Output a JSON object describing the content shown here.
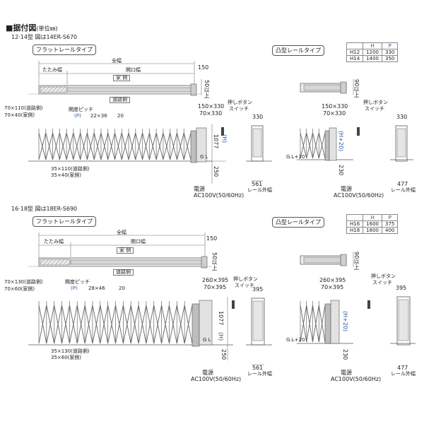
{
  "header": {
    "title": "■据付図",
    "unit": "(単位㎜)"
  },
  "sections": [
    {
      "subtitle": "12·14型 図は14ER-S670",
      "flat_tag": "フラットレールタイプ",
      "convex_tag": "凸型レールタイプ",
      "plan": {
        "total": "全幅",
        "tatami": "たたみ幅",
        "opening": "開口幅",
        "house": "家 側",
        "road": "道路側",
        "dim_150": "150",
        "dim_50": "50以上",
        "dim_90": "90以上"
      },
      "elev": {
        "post_road": "70×110(道路側)",
        "post_house": "70×40(家側)",
        "pitch": "開度ピッチ",
        "pitch_p": "(P)",
        "pitch_size": "22×36",
        "pitch_20": "20",
        "base_road": "35×110(道路側)",
        "base_house": "35×40(家側)",
        "end_a": "150×330",
        "end_b": "70×330",
        "height": "1077",
        "height_h": "(H)",
        "gl": "G L",
        "dim_250": "250",
        "power": "電源",
        "power_spec": "AC100V(50/60Hz)",
        "button": "押しボタン",
        "switch": "スイッチ",
        "side_330": "330",
        "side_561": "561",
        "rail_outer": "レール外幅",
        "cv_end_a": "150×330",
        "cv_end_b": "70×330",
        "cv_h": "(H+20)",
        "cv_gl": "G.L+20",
        "cv_230": "230",
        "cv_side": "330",
        "cv_477": "477"
      },
      "table": {
        "cols": [
          "",
          "H",
          "P"
        ],
        "rows": [
          [
            "H12",
            "1200",
            "330"
          ],
          [
            "H14",
            "1400",
            "350"
          ]
        ]
      }
    },
    {
      "subtitle": "16·18型 図は18ER-S690",
      "flat_tag": "フラットレールタイプ",
      "convex_tag": "凸型レールタイプ",
      "plan": {
        "total": "全幅",
        "tatami": "たたみ幅",
        "opening": "開口幅",
        "house": "家 側",
        "road": "道路側",
        "dim_150": "150",
        "dim_50": "50以上",
        "dim_90": "90以上"
      },
      "elev": {
        "post_road": "70×130(道路側)",
        "post_house": "70×60(家側)",
        "pitch": "開度ピッチ",
        "pitch_p": "(P)",
        "pitch_size": "28×46",
        "pitch_20": "20",
        "base_road": "35×130(道路側)",
        "base_house": "35×60(家側)",
        "end_a": "260×395",
        "end_b": "70×395",
        "height": "1077",
        "height_h": "(H)",
        "gl": "G L",
        "dim_250": "250",
        "power": "電源",
        "power_spec": "AC100V(50/60Hz)",
        "button": "押しボタン",
        "switch": "スイッチ",
        "side_330": "395",
        "side_561": "561",
        "rail_outer": "レール外幅",
        "cv_end_a": "260×395",
        "cv_end_b": "70×395",
        "cv_h": "(H+20)",
        "cv_gl": "G.L+20",
        "cv_230": "230",
        "cv_side": "395",
        "cv_477": "477"
      },
      "table": {
        "cols": [
          "",
          "H",
          "P"
        ],
        "rows": [
          [
            "H16",
            "1600",
            "375"
          ],
          [
            "H18",
            "1800",
            "400"
          ]
        ]
      }
    }
  ]
}
